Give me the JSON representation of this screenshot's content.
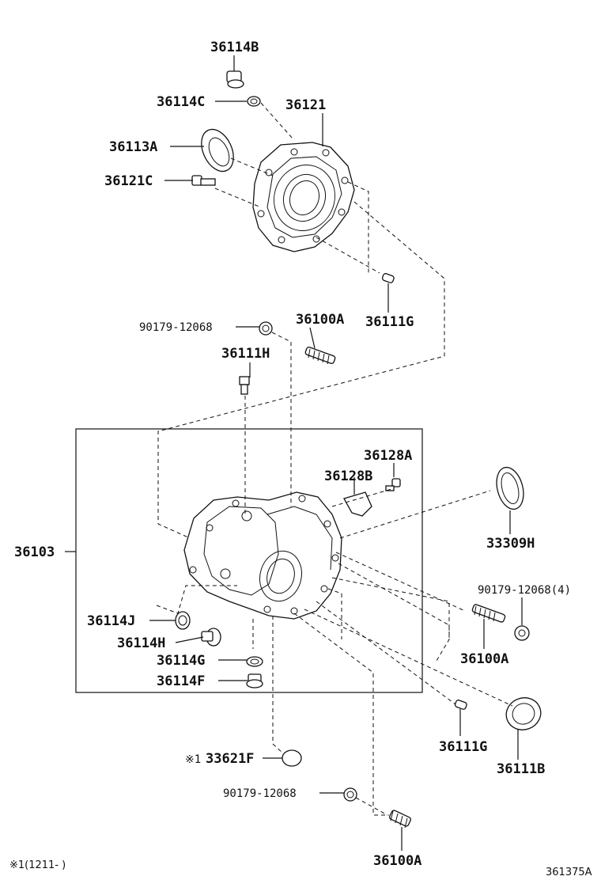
{
  "labels": {
    "p36114B_top": "36114B",
    "p36114C": "36114C",
    "p36121": "36121",
    "p36113A": "36113A",
    "p36121C": "36121C",
    "p90179_a": "90179-12068",
    "p36100A_a": "36100A",
    "p36111G_a": "36111G",
    "p36111H": "36111H",
    "p36128A": "36128A",
    "p36128B": "36128B",
    "p33309H": "33309H",
    "p36103": "36103",
    "p90179_b": "90179-12068(4)",
    "p36114J": "36114J",
    "p36114H": "36114H",
    "p36100A_b": "36100A",
    "p36114G": "36114G",
    "p36114F": "36114F",
    "p36111G_b": "36111G",
    "p36111B": "36111B",
    "p33621F_mark": "※1",
    "p33621F": "33621F",
    "p90179_c": "90179-12068",
    "p36100A_c": "36100A"
  },
  "footnote": "※1(1211-    )",
  "diagram_id": "361375A"
}
